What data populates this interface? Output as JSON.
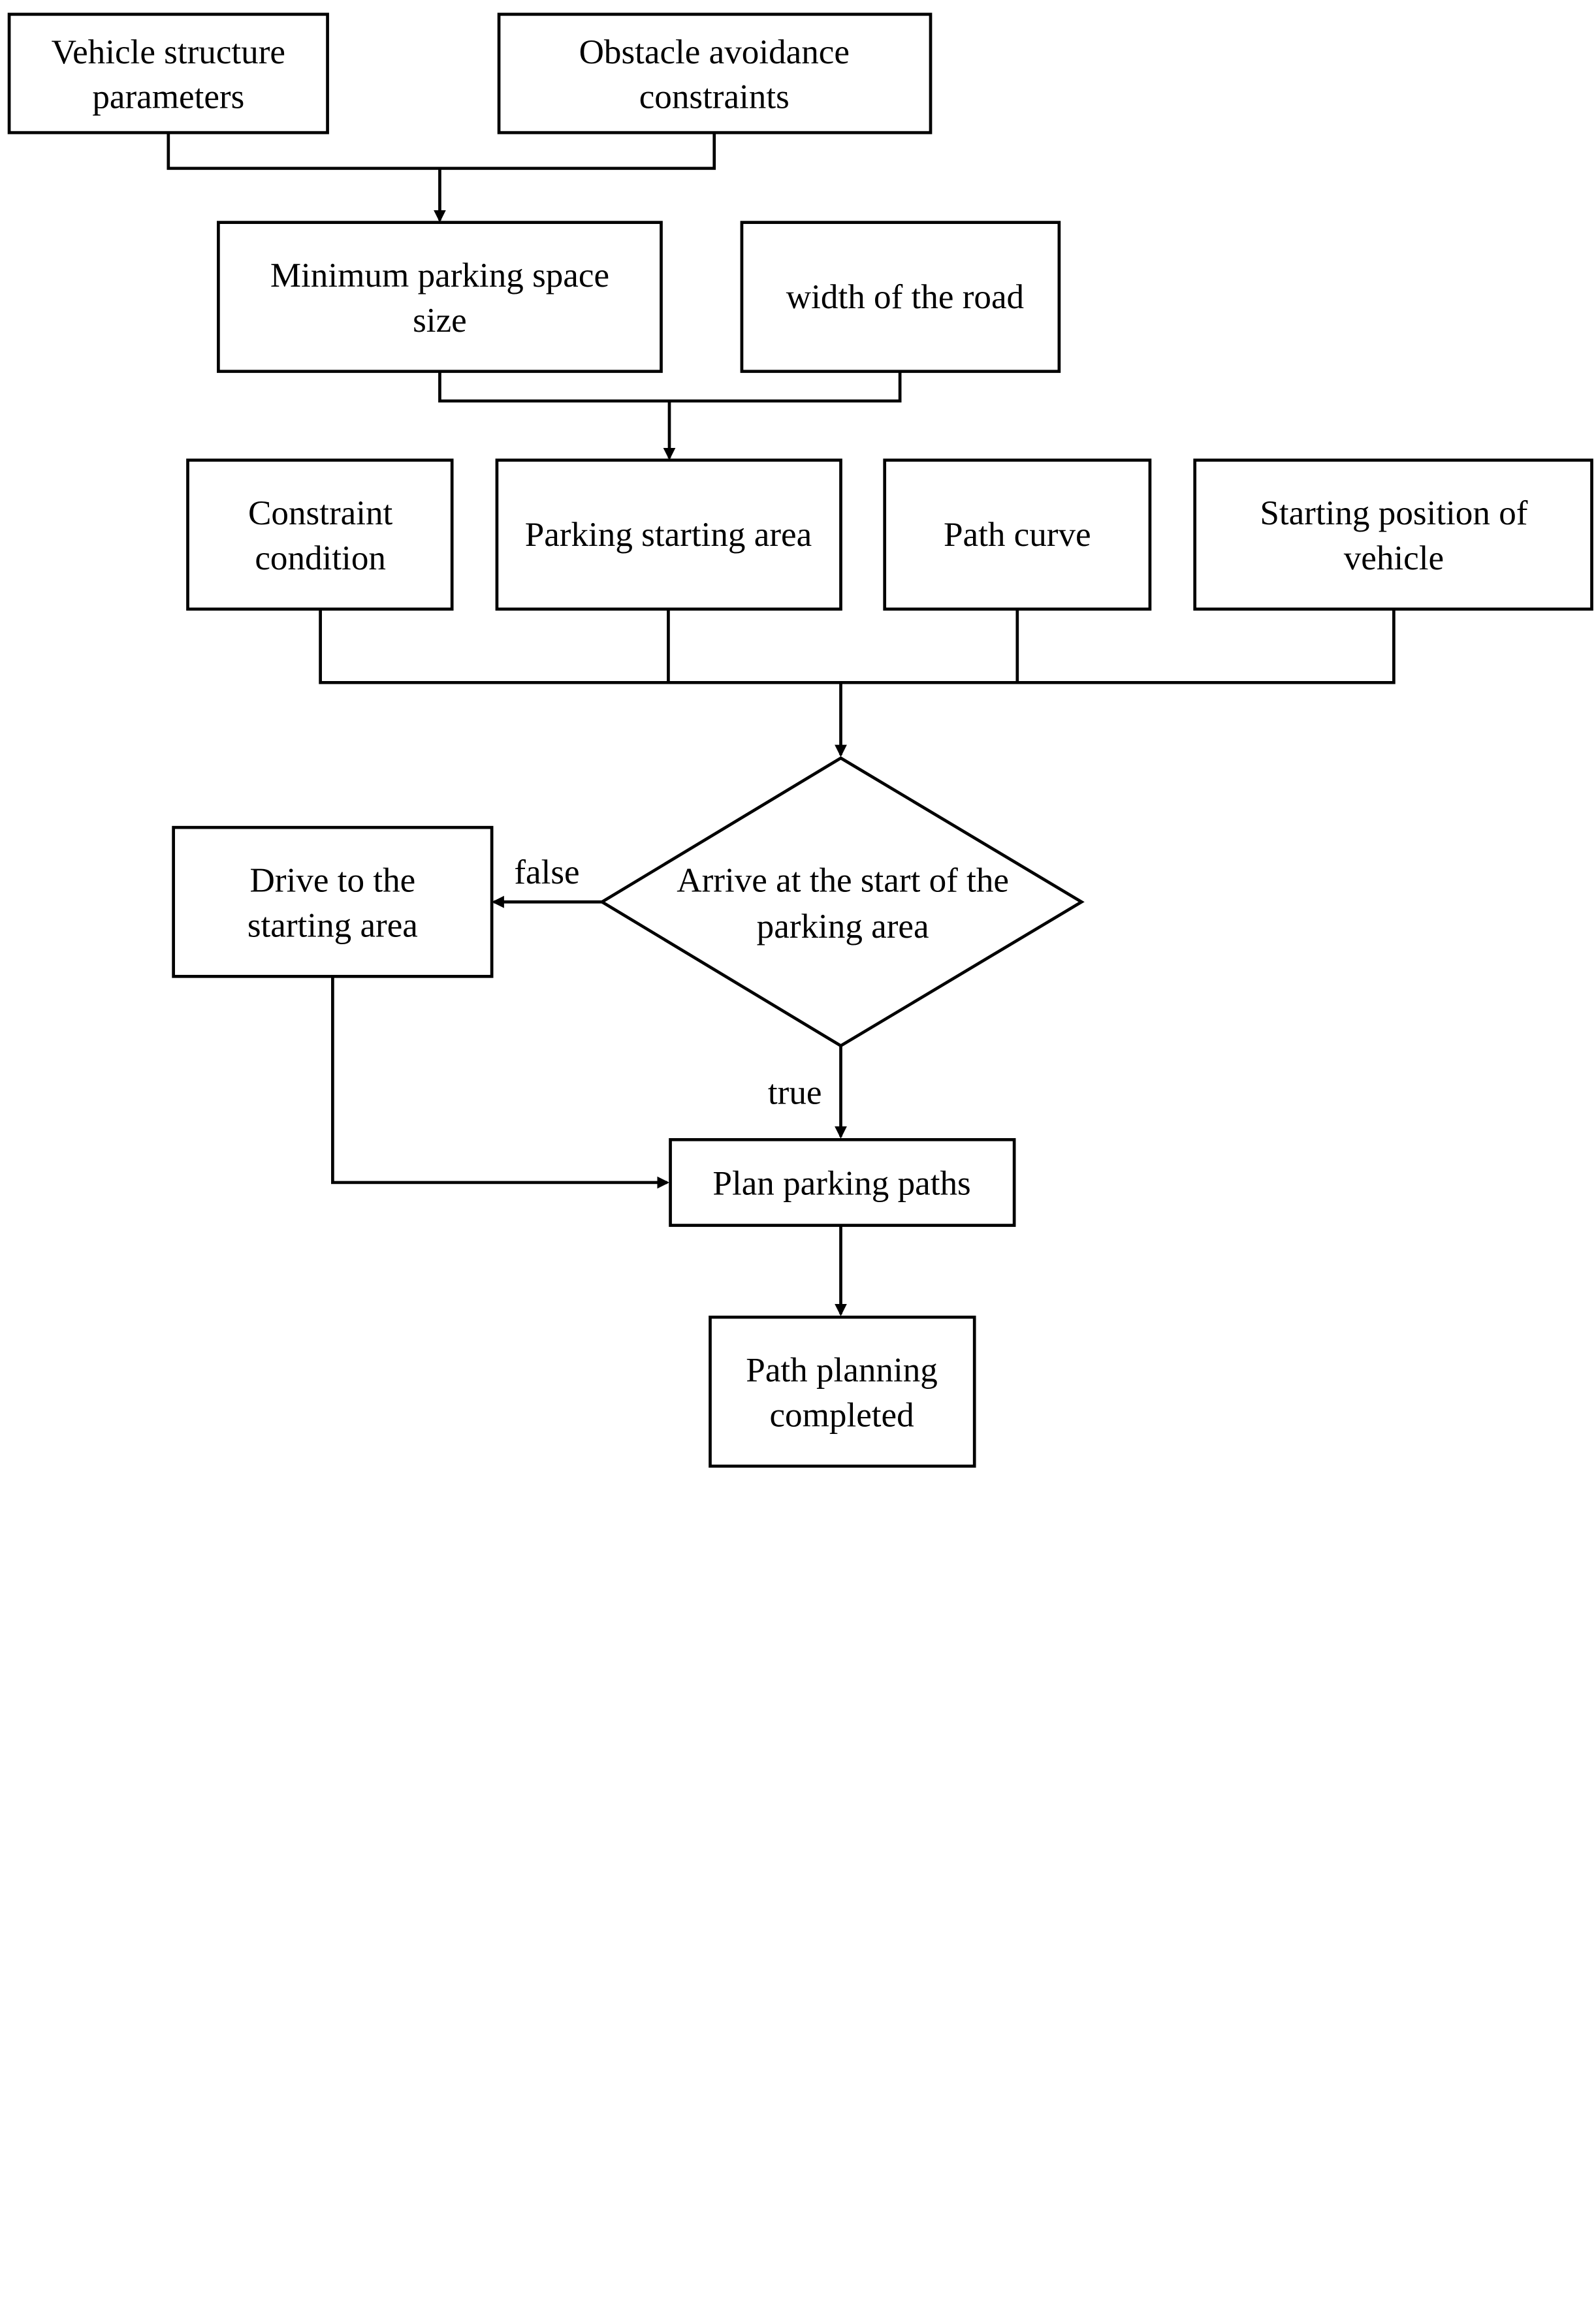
{
  "nodes": {
    "vehicle_structure": [
      "Vehicle structure",
      "parameters"
    ],
    "obstacle_avoidance": [
      "Obstacle avoidance",
      "constraints"
    ],
    "min_parking_space": [
      "Minimum parking space",
      "size"
    ],
    "road_width": [
      "width of the road"
    ],
    "constraint_condition": [
      "Constraint",
      "condition"
    ],
    "parking_starting_area": [
      "Parking starting area"
    ],
    "path_curve": [
      "Path curve"
    ],
    "starting_position": [
      "Starting position of",
      "vehicle"
    ],
    "decision": [
      "Arrive at the start of the",
      "parking area"
    ],
    "drive_to_start": [
      "Drive to the",
      "starting area"
    ],
    "plan_paths": [
      "Plan parking paths"
    ],
    "completed": [
      "Path planning",
      "completed"
    ]
  },
  "edge_labels": {
    "false": "false",
    "true": "true"
  }
}
